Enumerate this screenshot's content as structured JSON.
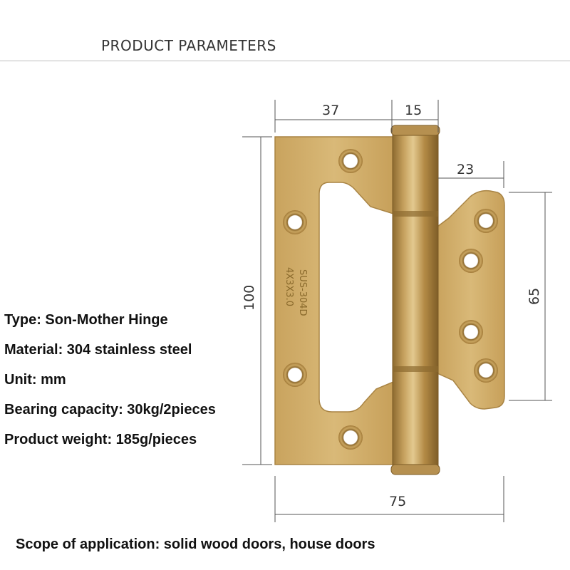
{
  "header": {
    "title": "PRODUCT PARAMETERS"
  },
  "dimensions": {
    "leaf_width": "37",
    "knuckle_width": "15",
    "son_leaf_width": "23",
    "height": "100",
    "son_leaf_height": "65",
    "total_width": "75"
  },
  "stamp": {
    "line1": "SUS-304D",
    "line2": "4X3X3.0"
  },
  "specs": [
    {
      "text": "Type: Son-Mother Hinge"
    },
    {
      "text": "Material: 304 stainless steel"
    },
    {
      "text": "Unit: mm"
    },
    {
      "text": "Bearing capacity: 30kg/2pieces"
    },
    {
      "text": "Product weight: 185g/pieces"
    }
  ],
  "scope": "Scope of application: solid wood doors, house doors",
  "colors": {
    "brass_light": "#d8b777",
    "brass_mid": "#c29a55",
    "brass_dark": "#9b7434",
    "dim_line": "#555555"
  }
}
